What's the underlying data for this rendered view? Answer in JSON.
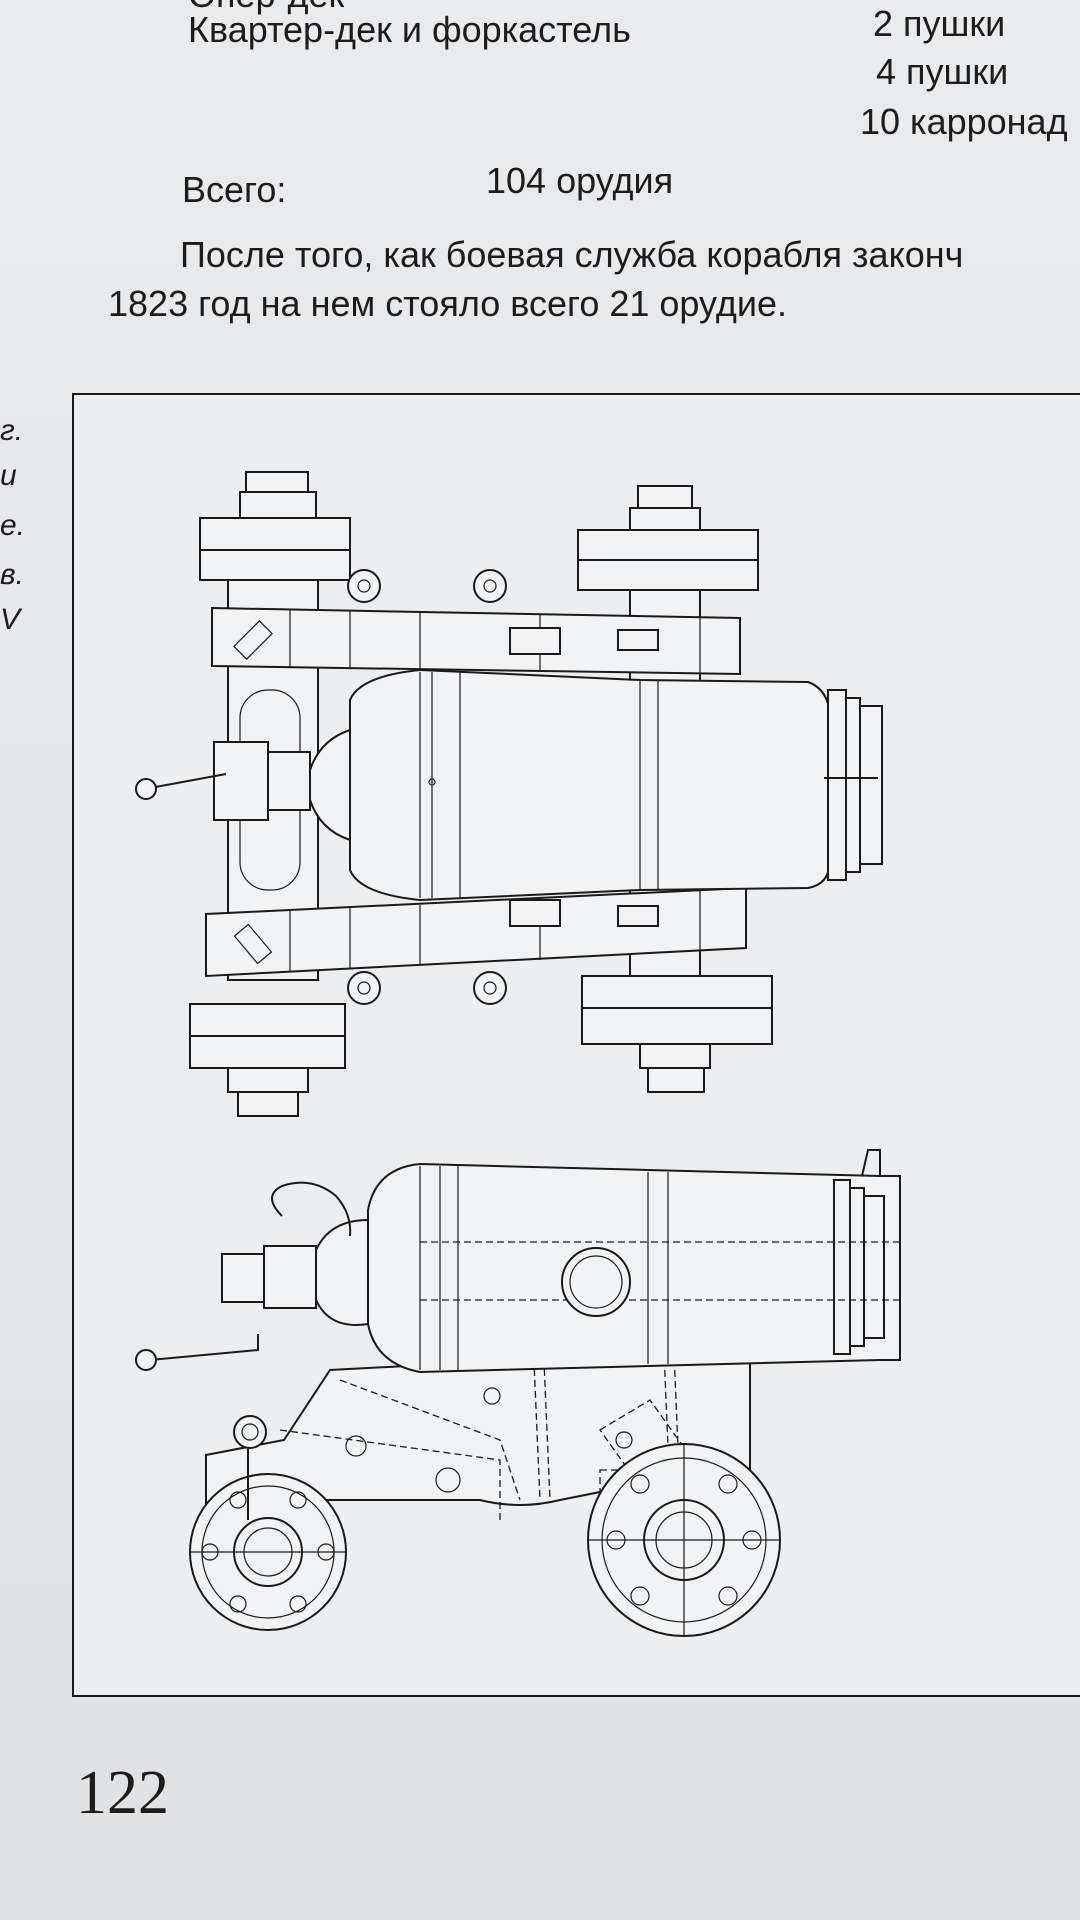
{
  "top_partial_line": "Опер-дек",
  "armament": [
    {
      "location": "Квартер-дек и форкастель",
      "count": "2 пушки"
    },
    {
      "location": "",
      "count": "4 пушки"
    },
    {
      "location": "",
      "count": "10 карронад"
    }
  ],
  "total": {
    "label": "Всего:",
    "value": "104 орудия"
  },
  "paragraph": {
    "line1": "После того, как боевая служба корабля законч",
    "line2": "1823 год на нем стояло всего 21 орудие."
  },
  "margin_fragments": [
    "г.",
    "и",
    "е.",
    "в.",
    "V"
  ],
  "figure": {
    "top_view": "cannon-on-carriage-plan-view",
    "side_view": "cannon-on-carriage-side-view"
  },
  "page_number": "122"
}
